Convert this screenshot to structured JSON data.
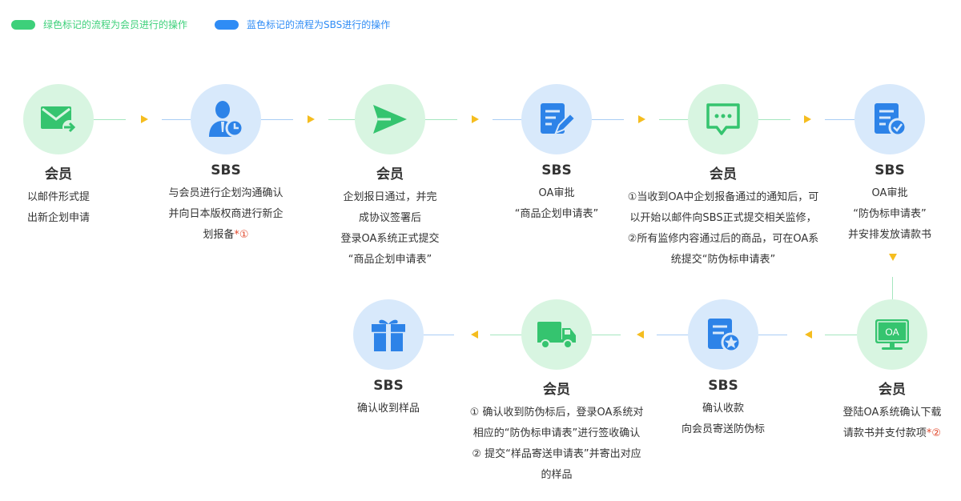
{
  "legend": {
    "green_text": "绿色标记的流程为会员进行的操作",
    "blue_text": "蓝色标记的流程为SBS进行的操作",
    "green_color": "#3dd07a",
    "blue_color": "#2f8cf5"
  },
  "colors": {
    "green_icon": "#35c46f",
    "blue_icon": "#2d83e8",
    "green_line": "#a5e6bf",
    "blue_line": "#a9cdf5",
    "arrow": "#f5bd1f",
    "ref_mark": "#e24a2e"
  },
  "steps": [
    {
      "actor": "会员",
      "icon": "mail-send-icon",
      "lines": [
        "以邮件形式提",
        "出新企划申请"
      ]
    },
    {
      "actor": "SBS",
      "icon": "user-clock-icon",
      "lines": [
        "与会员进行企划沟通确认",
        "并向日本版权商进行新企",
        "划报备"
      ],
      "ref": "*①"
    },
    {
      "actor": "会员",
      "icon": "send-plane-icon",
      "lines": [
        "企划报日通过，并完",
        "成协议签署后",
        "登录OA系统正式提交",
        "“商品企划申请表”"
      ]
    },
    {
      "actor": "SBS",
      "icon": "document-edit-icon",
      "lines": [
        "OA审批",
        "“商品企划申请表”"
      ]
    },
    {
      "actor": "会员",
      "icon": "chat-bubble-icon",
      "lines": [
        "①当收到OA中企划报备通过的通知后，可",
        "以开始以邮件向SBS正式提交相关监修，",
        "②所有监修内容通过后的商品，可在OA系",
        "统提交“防伪标申请表”"
      ]
    },
    {
      "actor": "SBS",
      "icon": "document-check-icon",
      "lines": [
        "OA审批",
        "“防伪标申请表”",
        "并安排发放请款书"
      ]
    },
    {
      "actor": "会员",
      "icon": "monitor-oa-icon",
      "monitor_label": "OA",
      "lines": [
        "登陆OA系统确认下载",
        "请款书并支付款项"
      ],
      "ref": "*②"
    },
    {
      "actor": "SBS",
      "icon": "document-star-icon",
      "lines": [
        "确认收款",
        "向会员寄送防伪标"
      ]
    },
    {
      "actor": "会员",
      "icon": "delivery-truck-icon",
      "lines": [
        "① 确认收到防伪标后，登录OA系统对",
        "相应的“防伪标申请表”进行签收确认",
        "② 提交“样品寄送申请表”并寄出对应",
        "的样品"
      ]
    },
    {
      "actor": "SBS",
      "icon": "gift-box-icon",
      "lines": [
        "确认收到样品"
      ]
    }
  ]
}
